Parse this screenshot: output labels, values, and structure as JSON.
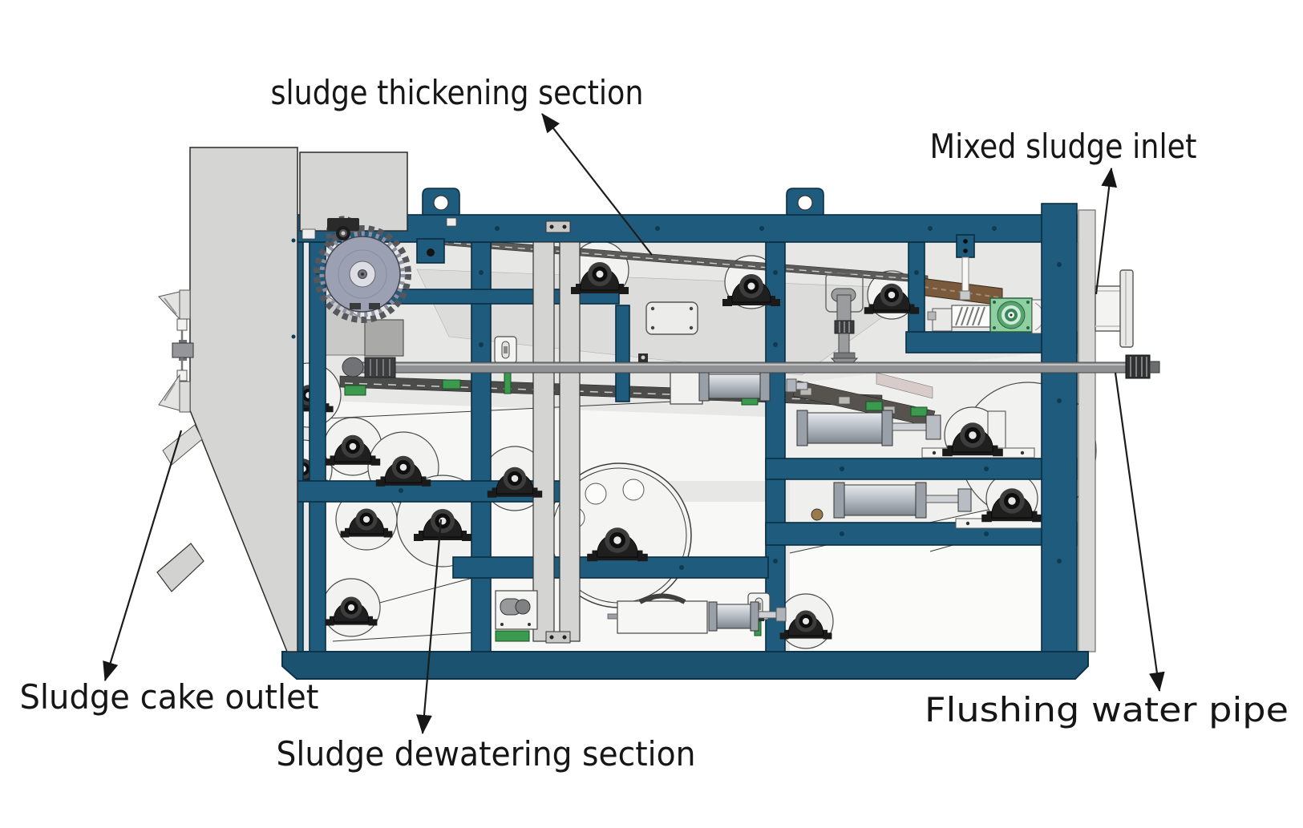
{
  "diagram": {
    "type": "technical-diagram",
    "labels": [
      {
        "id": "sludge-thickening-section",
        "text": "sludge thickening section"
      },
      {
        "id": "mixed-sludge-inlet",
        "text": "Mixed sludge inlet"
      },
      {
        "id": "sludge-cake-outlet",
        "text": "Sludge cake outlet"
      },
      {
        "id": "sludge-dewatering-section",
        "text": "Sludge dewatering section"
      },
      {
        "id": "flushing-water-pipe",
        "text": "Flushing water pipe"
      }
    ],
    "colors": {
      "annotation": "#161616",
      "frame_blue": "#1f5b7c",
      "skid_blue": "#1a5270",
      "panel_gray": "#d5d6d3",
      "interior_gray": "#e7e8e5",
      "bearing_black": "#1a1a1a",
      "roller_white": "#f2f3f0",
      "green_accent": "#3c9a50",
      "motor_green": "#8ecfa0",
      "cylinder_gray": "#c3c9cf",
      "pipe_gray": "#8f9193",
      "wood_brown": "#7a5a3c",
      "gear_gray": "#9ba0b2"
    }
  }
}
